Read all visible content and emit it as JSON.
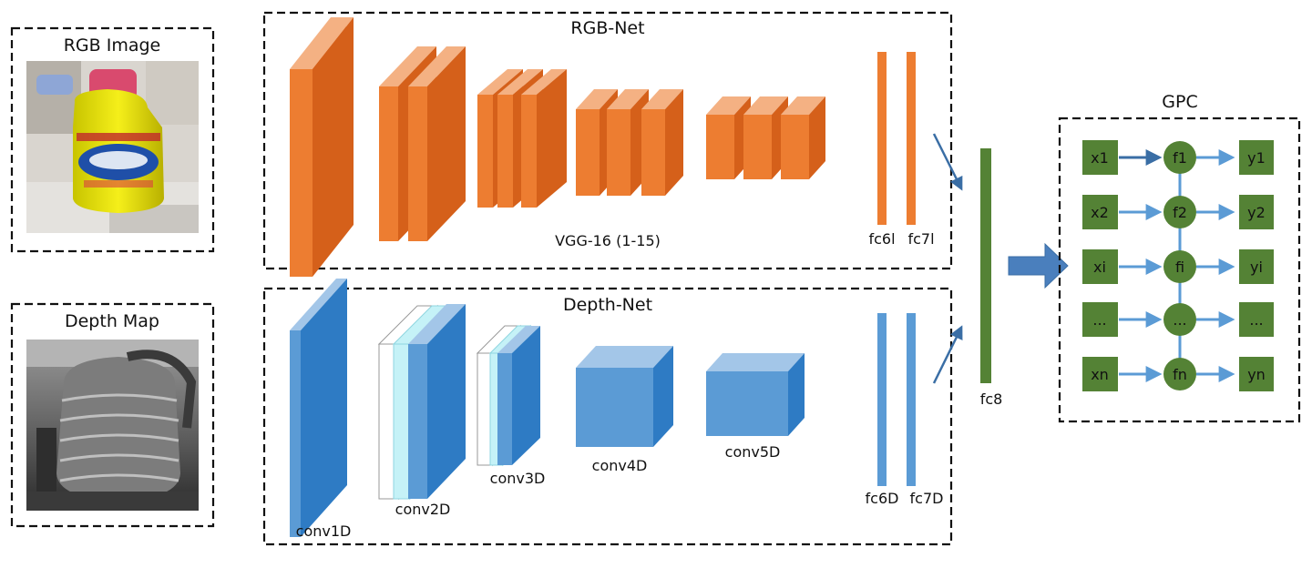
{
  "colors": {
    "rgb_front": "#ed7d31",
    "rgb_side": "#d5601a",
    "rgb_top": "#f4b183",
    "depth_front": "#5b9bd5",
    "depth_side": "#2e7bc4",
    "depth_top": "#a3c6e8",
    "depth_light": "#c5f2f7",
    "fc8": "#548235",
    "gpc_node": "#548235",
    "gpc_edge": "#5b9bd5",
    "arrow_dark": "#3a6ea5"
  },
  "inputs": {
    "rgb_title": "RGB Image",
    "depth_title": "Depth Map"
  },
  "rgb_net": {
    "title": "RGB-Net",
    "backbone_label": "VGG-16 (1-15)",
    "fc_labels": [
      "fc6l",
      "fc7l"
    ]
  },
  "depth_net": {
    "title": "Depth-Net",
    "layer_labels": [
      "conv1D",
      "conv2D",
      "conv3D",
      "conv4D",
      "conv5D"
    ],
    "fc_labels": [
      "fc6D",
      "fc7D"
    ]
  },
  "fusion": {
    "label": "fc8"
  },
  "gpc": {
    "title": "GPC",
    "inputs": [
      "x1",
      "x2",
      "xi",
      "...",
      "xn"
    ],
    "functions": [
      "f1",
      "f2",
      "fi",
      "...",
      "fn"
    ],
    "outputs": [
      "y1",
      "y2",
      "yi",
      "...",
      "yn"
    ]
  }
}
